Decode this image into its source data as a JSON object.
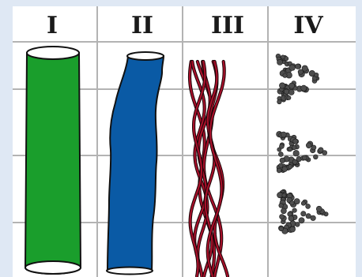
{
  "columns": [
    {
      "label": "I",
      "specimen": "green-tube",
      "color": "#1a9e2c"
    },
    {
      "label": "II",
      "specimen": "blue-tube",
      "color": "#0a5aa5"
    },
    {
      "label": "III",
      "specimen": "red-fibers",
      "color": "#a8102a"
    },
    {
      "label": "IV",
      "specimen": "particle-clusters",
      "color": "#4d4d4d"
    }
  ],
  "colors": {
    "background": "#dfe8f4",
    "panel": "#ffffff",
    "grid": "#b3b3b3",
    "outline": "#111111"
  }
}
